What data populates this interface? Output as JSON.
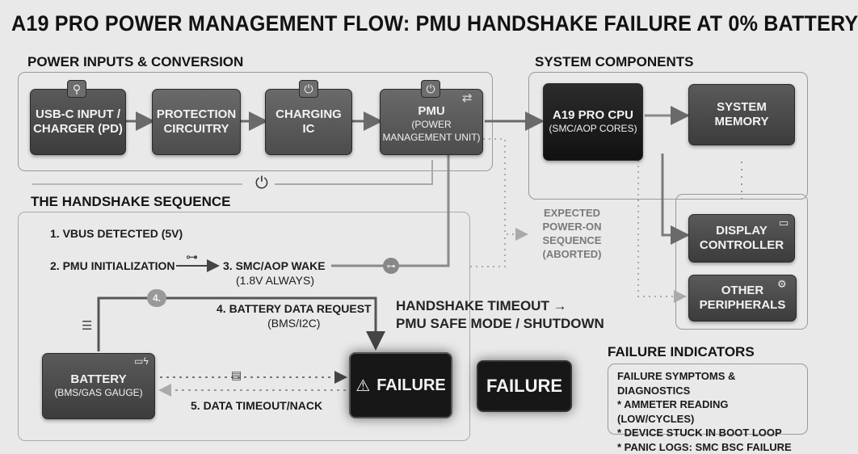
{
  "title": "A19 PRO POWER MANAGEMENT FLOW: PMU HANDSHAKE FAILURE AT 0% BATTERY",
  "sections": {
    "power_inputs": "POWER INPUTS & CONVERSION",
    "system_components": "SYSTEM COMPONENTS",
    "handshake": "THE HANDSHAKE SEQUENCE",
    "failure_indicators": "FAILURE INDICATORS"
  },
  "blocks": {
    "usbc": {
      "line1": "USB-C INPUT /",
      "line2": "CHARGER (PD)",
      "icon": "usb-icon"
    },
    "protection": {
      "line1": "PROTECTION",
      "line2": "CIRCUITRY"
    },
    "charging": {
      "line1": "CHARGING",
      "line2": "IC",
      "icon": "power-icon"
    },
    "pmu": {
      "main": "PMU",
      "sub1": "(POWER",
      "sub2": "MANAGEMENT UNIT)",
      "icon": "power-icon"
    },
    "cpu": {
      "main": "A19 PRO CPU",
      "sub": "(SMC/AOP CORES)"
    },
    "memory": {
      "line1": "SYSTEM",
      "line2": "MEMORY"
    },
    "display": {
      "line1": "DISPLAY",
      "line2": "CONTROLLER",
      "icon": "monitor-icon"
    },
    "peripherals": {
      "line1": "OTHER",
      "line2": "PERIPHERALS",
      "icon": "gears-icon"
    },
    "battery": {
      "main": "BATTERY",
      "sub": "(BMS/GAS GAUGE)",
      "icon": "battery-charging-icon"
    }
  },
  "steps": {
    "s1": "1.  VBUS DETECTED (5V)",
    "s2": "2.  PMU INITIALIZATION",
    "s3_line1": "3. SMC/AOP WAKE",
    "s3_line2": "(1.8V ALWAYS)",
    "s4_badge": "4.",
    "s4_line1": "4. BATTERY DATA REQUEST",
    "s4_line2": "(BMS/I2C)",
    "s5": "5. DATA TIMEOUT/NACK"
  },
  "expected": {
    "line1": "EXPECTED",
    "line2": "POWER-ON",
    "line3": "SEQUENCE",
    "line4": "(ABORTED)"
  },
  "timeout": {
    "line1": "HANDSHAKE TIMEOUT →",
    "line2": "PMU SAFE MODE / SHUTDOWN"
  },
  "failure": {
    "main_label": "FAILURE",
    "secondary_label": "FAILURE"
  },
  "indicators": {
    "heading": "FAILURE SYMPTOMS & DIAGNOSTICS",
    "items": [
      "* AMMETER READING (LOW/CYCLES)",
      "* DEVICE STUCK IN BOOT LOOP",
      "* PANIC LOGS: SMC BSC FAILURE"
    ]
  }
}
